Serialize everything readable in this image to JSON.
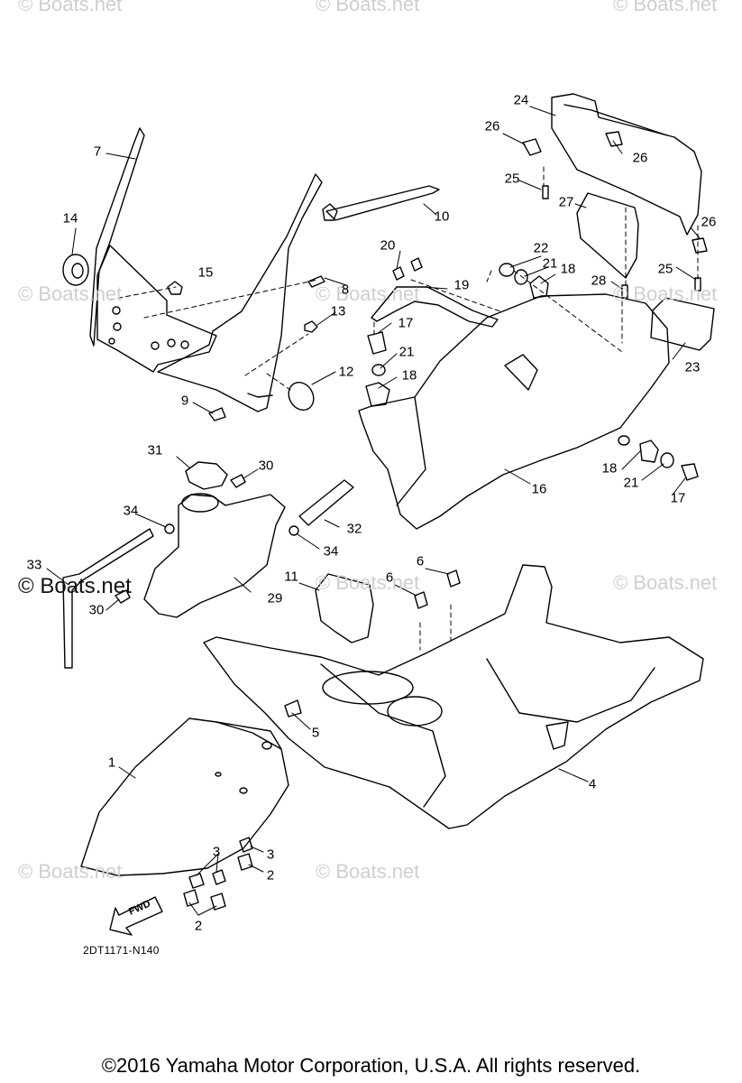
{
  "diagram": {
    "part_code": "2DT1171-N140",
    "copyright": "©2016 Yamaha Motor Corporation, U.S.A. All rights reserved.",
    "fwd_label": "FWD",
    "watermarks": [
      "© Boats.net",
      "© Boats.net",
      "© Boats.net",
      "© Boats.net",
      "© Boats.net",
      "© Boats.net",
      "© Boats.net",
      "© Boats.net",
      "© Boats.net",
      "© Boats.net"
    ],
    "watermark_dark": "© Boats.net",
    "callouts": [
      "1",
      "2",
      "2",
      "3",
      "3",
      "4",
      "5",
      "6",
      "6",
      "7",
      "8",
      "9",
      "10",
      "11",
      "12",
      "13",
      "14",
      "15",
      "16",
      "17",
      "17",
      "18",
      "18",
      "18",
      "19",
      "20",
      "21",
      "21",
      "21",
      "22",
      "23",
      "24",
      "25",
      "25",
      "26",
      "26",
      "26",
      "27",
      "28",
      "29",
      "30",
      "30",
      "31",
      "32",
      "33",
      "34",
      "34"
    ]
  }
}
